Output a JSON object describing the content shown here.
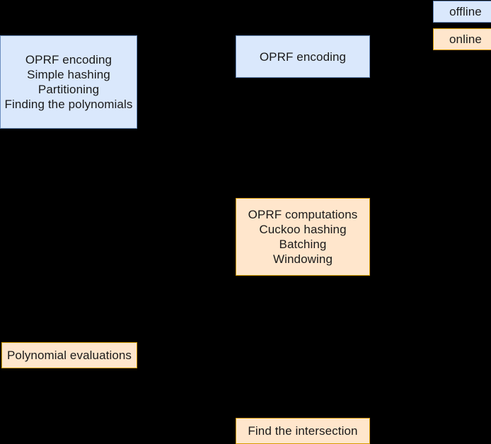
{
  "diagram": {
    "background_color": "#000000",
    "text_color": "#1a1a1a",
    "legend": {
      "offline": {
        "label": "offline",
        "fill": "#dae8fc",
        "stroke": "#6c8ebf"
      },
      "online": {
        "label": "online",
        "fill": "#ffe6cc",
        "stroke": "#d79b00"
      }
    },
    "nodes": {
      "client_offline": {
        "phase": "offline",
        "lines": [
          "OPRF encoding",
          "Simple hashing",
          "Partitioning",
          "Finding the polynomials"
        ]
      },
      "server_offline": {
        "phase": "offline",
        "lines": [
          "OPRF encoding"
        ]
      },
      "server_online": {
        "phase": "online",
        "lines": [
          "OPRF computations",
          "Cuckoo hashing",
          "Batching",
          "Windowing"
        ]
      },
      "client_online": {
        "phase": "online",
        "lines": [
          "Polynomial evaluations"
        ]
      },
      "result": {
        "phase": "online",
        "lines": [
          "Find the intersection"
        ]
      }
    }
  }
}
